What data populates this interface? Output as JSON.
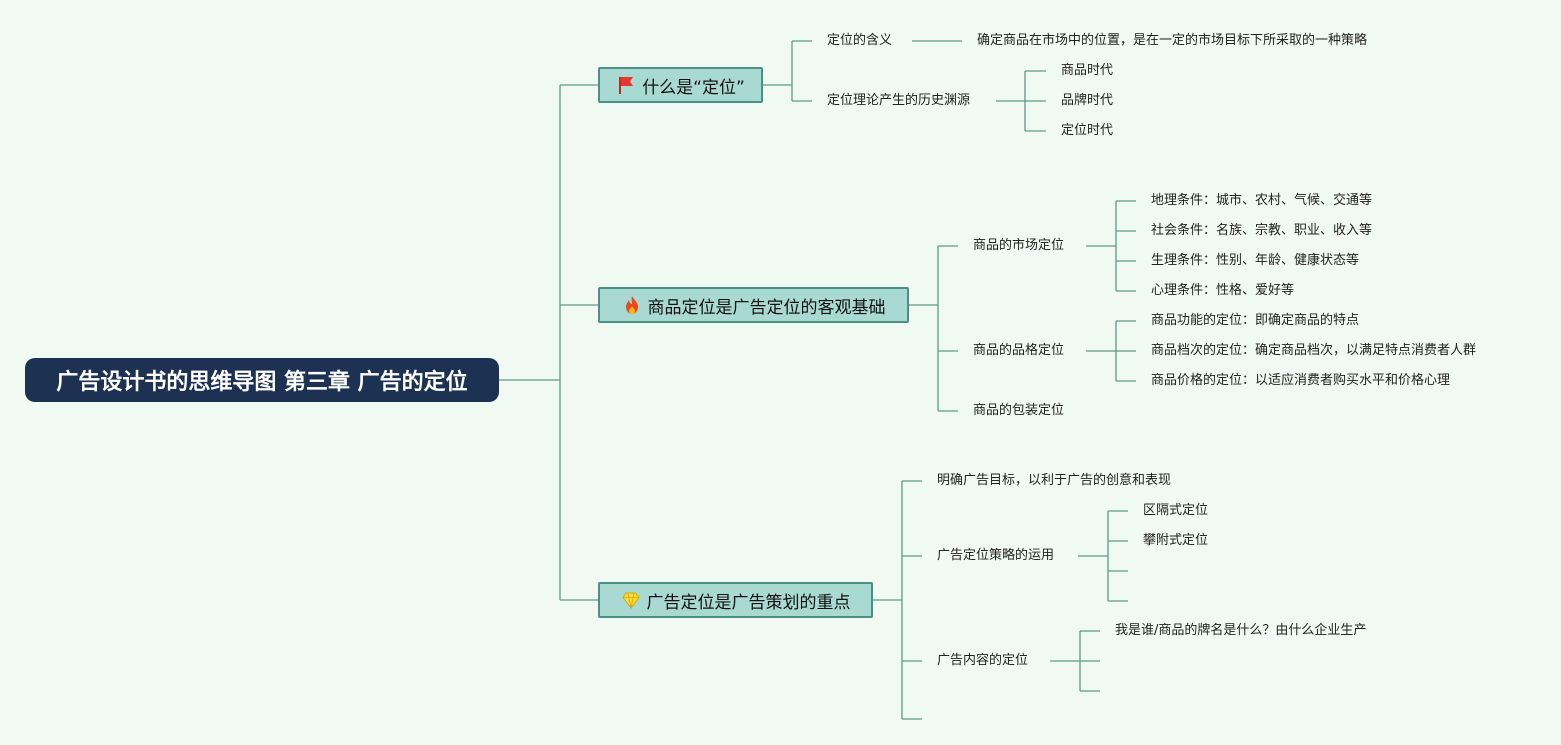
{
  "root": {
    "label": "广告设计书的思维导图 第三章 广告的定位"
  },
  "branches": [
    {
      "label": "什么是“定位”",
      "icon": "red-flag-icon",
      "children": [
        {
          "label": "定位的含义",
          "children": [
            {
              "label": "确定商品在市场中的位置，是在一定的市场目标下所采取的一种策略"
            }
          ]
        },
        {
          "label": "定位理论产生的历史渊源",
          "children": [
            {
              "label": "商品时代"
            },
            {
              "label": "品牌时代"
            },
            {
              "label": "定位时代"
            }
          ]
        }
      ]
    },
    {
      "label": "商品定位是广告定位的客观基础",
      "icon": "fire-icon",
      "children": [
        {
          "label": "商品的市场定位",
          "children": [
            {
              "label": "地理条件：城市、农村、气候、交通等"
            },
            {
              "label": "社会条件：名族、宗教、职业、收入等"
            },
            {
              "label": "生理条件：性别、年龄、健康状态等"
            },
            {
              "label": "心理条件：性格、爱好等"
            }
          ]
        },
        {
          "label": "商品的品格定位",
          "children": [
            {
              "label": "商品功能的定位：即确定商品的特点"
            },
            {
              "label": "商品档次的定位：确定商品档次，以满足特点消费者人群"
            },
            {
              "label": "商品价格的定位：以适应消费者购买水平和价格心理"
            }
          ]
        },
        {
          "label": "商品的包装定位",
          "children": []
        }
      ]
    },
    {
      "label": "广告定位是广告策划的重点",
      "icon": "diamond-icon",
      "children": [
        {
          "label": "明确广告目标，以利于广告的创意和表现",
          "children": []
        },
        {
          "label": "广告定位策略的运用",
          "children": [
            {
              "label": "区隔式定位"
            },
            {
              "label": "攀附式定位"
            },
            {
              "label": ""
            },
            {
              "label": ""
            }
          ]
        },
        {
          "label": "广告内容的定位",
          "children": [
            {
              "label": "我是谁/商品的牌名是什么？由什么企业生产"
            },
            {
              "label": ""
            },
            {
              "label": ""
            }
          ]
        },
        {
          "label": "",
          "children": []
        }
      ]
    }
  ],
  "colors": {
    "root_bg": "#1d3153",
    "main_bg": "#a9d9d3",
    "main_border": "#4c8f84",
    "line": "#5c9a8c",
    "background": "#f1faf2"
  }
}
